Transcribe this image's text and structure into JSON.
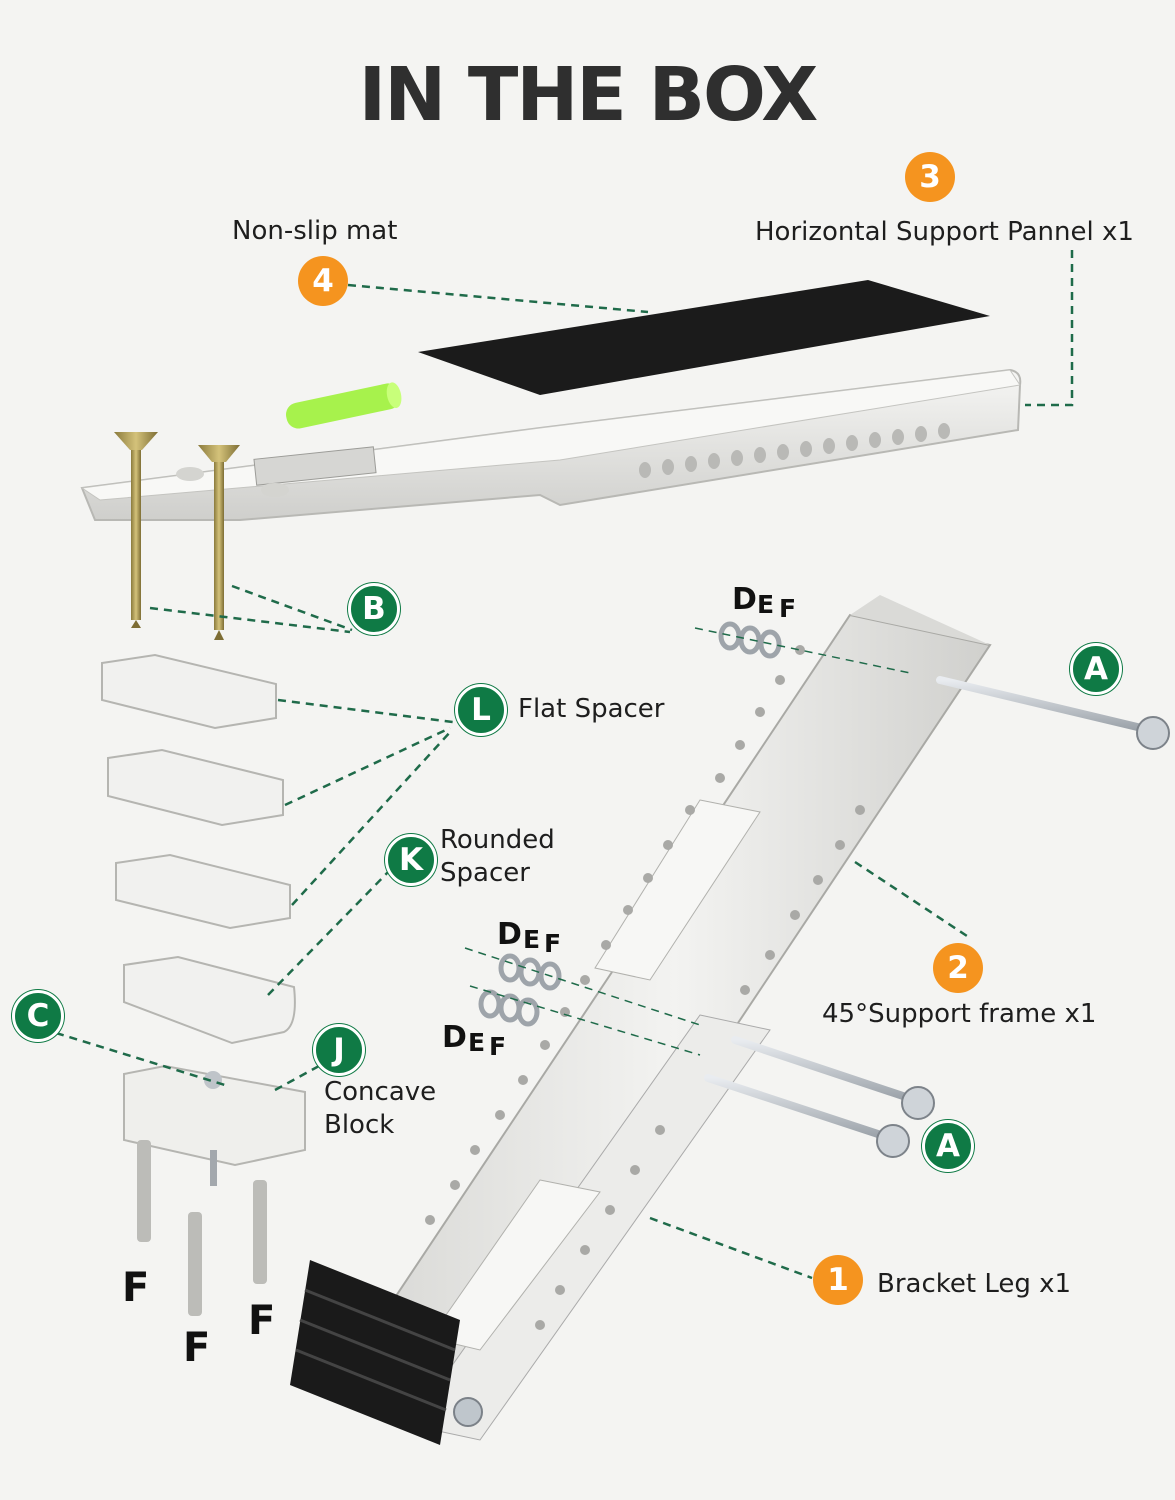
{
  "title": "IN THE BOX",
  "parts": [
    {
      "number": "4",
      "label": "Non-slip mat"
    },
    {
      "number": "3",
      "label": "Horizontal Support Pannel  x1"
    },
    {
      "number": "2",
      "label": "45°Support frame  x1"
    },
    {
      "number": "1",
      "label": "Bracket Leg x1"
    }
  ],
  "hardware": [
    {
      "letter": "B",
      "label": ""
    },
    {
      "letter": "L",
      "label": "Flat Spacer"
    },
    {
      "letter": "K",
      "label_line1": "Rounded",
      "label_line2": "Spacer"
    },
    {
      "letter": "C",
      "label": ""
    },
    {
      "letter": "J",
      "label_line1": "Concave",
      "label_line2": "Block"
    },
    {
      "letter": "A",
      "label": ""
    },
    {
      "letter": "A",
      "label": ""
    }
  ],
  "washer_markers": [
    {
      "d": "D",
      "e": "E",
      "f": "F"
    },
    {
      "d": "D",
      "e": "E",
      "f": "F"
    },
    {
      "d": "D",
      "e": "E",
      "f": "F"
    }
  ],
  "anchor_markers": [
    "F",
    "F",
    "F"
  ],
  "colors": {
    "number_badge": "#f5941f",
    "letter_badge": "#0f7a45",
    "leader_line": "#1f6b4a",
    "metal": "#e6e6e3",
    "mat": "#1b1b1b",
    "level": "#9ef23a"
  }
}
